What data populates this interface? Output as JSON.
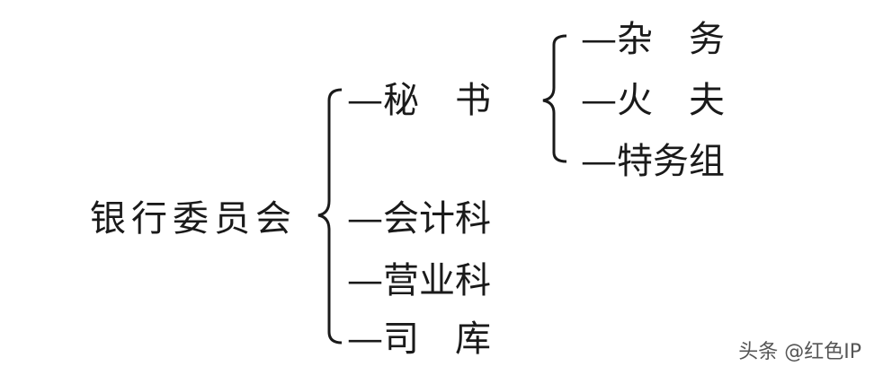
{
  "root": "银行委员会",
  "branches": [
    {
      "label": "—秘　书"
    },
    {
      "label": "—会计科"
    },
    {
      "label": "—营业科"
    },
    {
      "label": "—司　库"
    }
  ],
  "secretary_sub": [
    {
      "label": "—杂　务"
    },
    {
      "label": "—火　夫"
    },
    {
      "label": "—特务组"
    }
  ],
  "watermark": "头条 @红色IP"
}
